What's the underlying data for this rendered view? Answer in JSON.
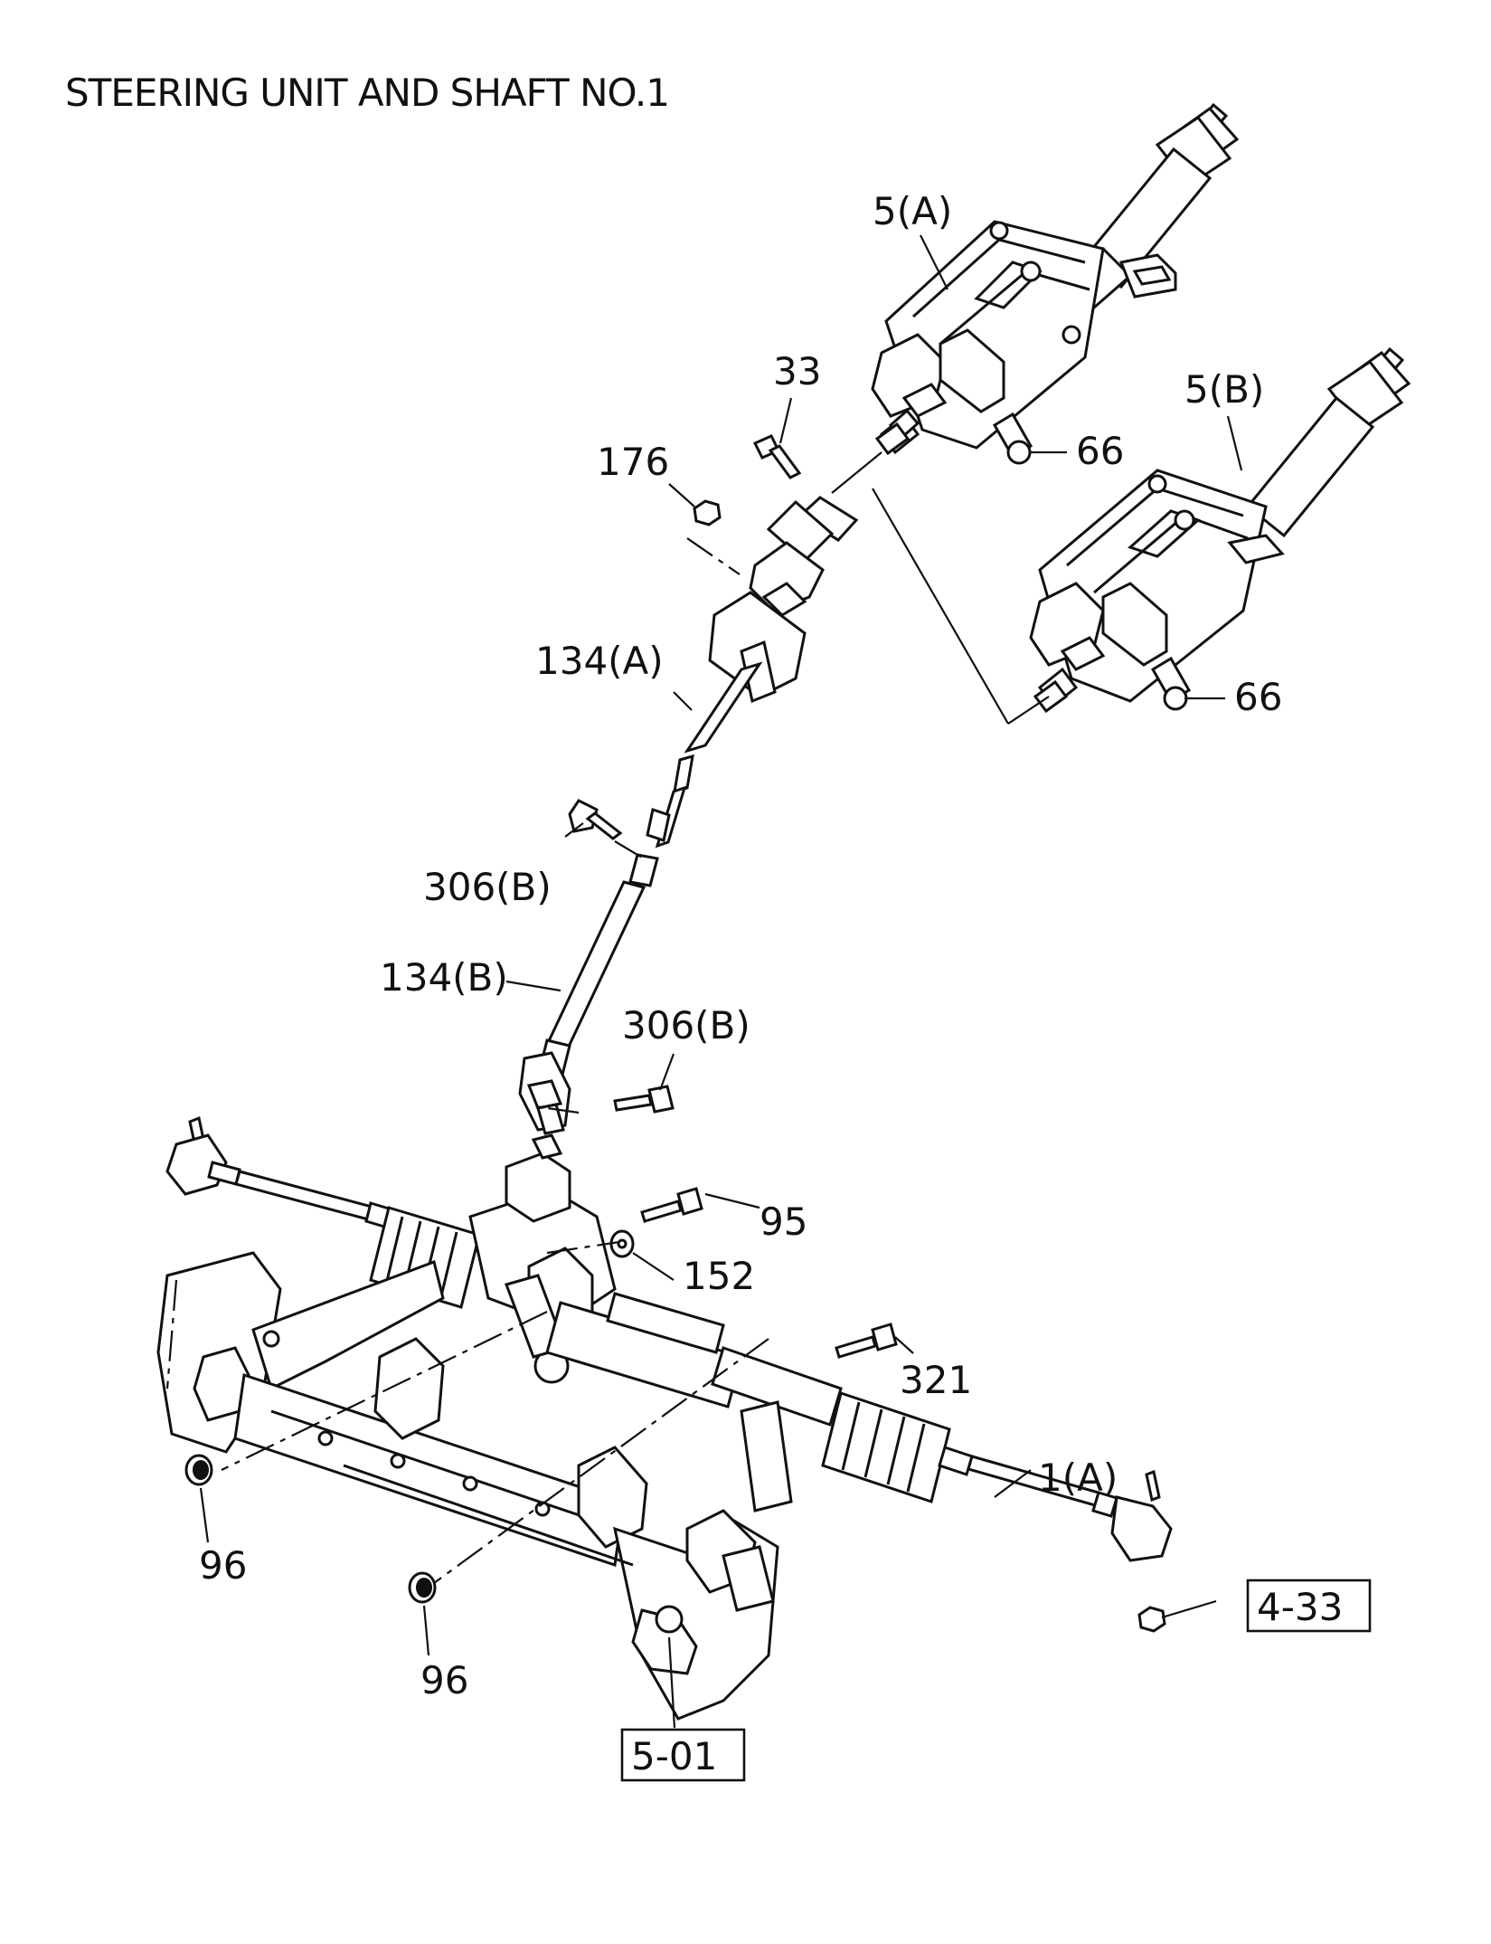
{
  "title": "STEERING UNIT AND SHAFT NO.1",
  "callouts": {
    "p5a": "5(A)",
    "p5b": "5(B)",
    "p33": "33",
    "p66a": "66",
    "p66b": "66",
    "p176": "176",
    "p134a": "134(A)",
    "p306b_top": "306(B)",
    "p134b": "134(B)",
    "p306b_bottom": "306(B)",
    "p95": "95",
    "p152": "152",
    "p321": "321",
    "p1a": "1(A)",
    "p96_left": "96",
    "p96_center": "96"
  },
  "references": {
    "r433": "4-33",
    "r501": "5-01"
  },
  "colors": {
    "line": "#111111",
    "background": "#ffffff"
  }
}
